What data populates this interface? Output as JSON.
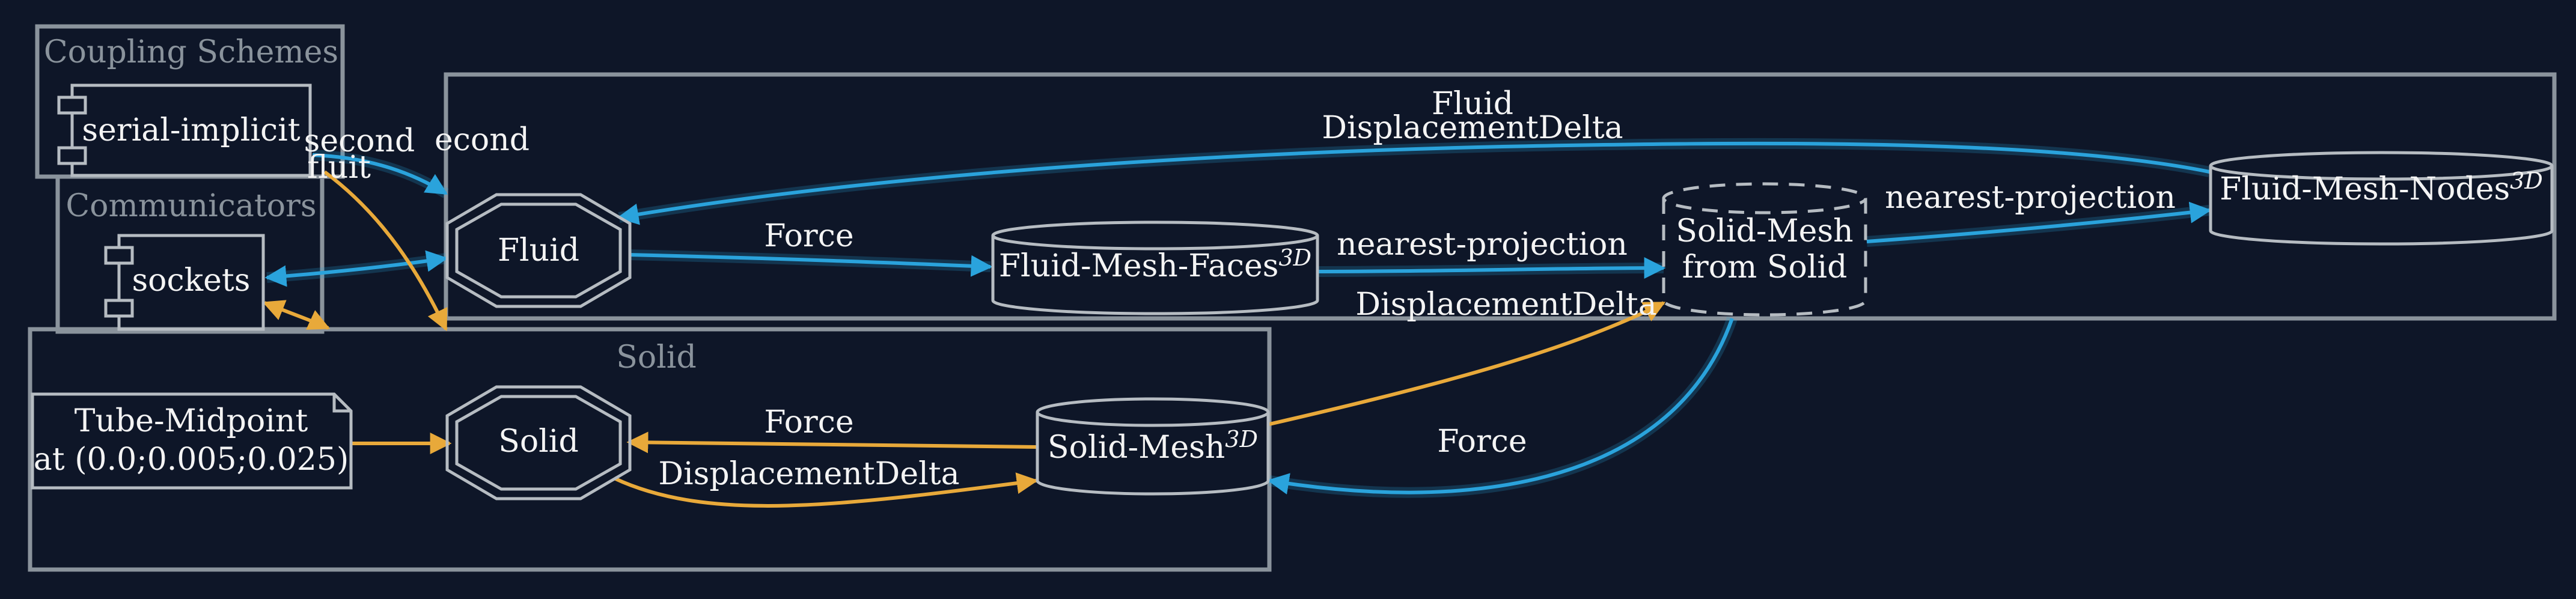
{
  "colors": {
    "background": "#0e1628",
    "cluster": "#8a939c",
    "node": "#b6bcc2",
    "text": "#f4f4f4",
    "fluid_edge": "#2aa3dc",
    "solid_edge": "#e8a93a"
  },
  "clusters": {
    "coupling": "Coupling Schemes",
    "communicators": "Communicators",
    "fluid": "Fluid",
    "solid": "Solid"
  },
  "nodes": {
    "serial_implicit": "serial-implicit",
    "sockets": "sockets",
    "fluid_participant": "Fluid",
    "solid_participant": "Solid",
    "fluid_mesh_faces": "Fluid-Mesh-Faces",
    "fluid_mesh_faces_sup": "3D",
    "solid_mesh_from_solid_1": "Solid-Mesh",
    "solid_mesh_from_solid_2": "from Solid",
    "fluid_mesh_nodes": "Fluid-Mesh-Nodes",
    "fluid_mesh_nodes_sup": "3D",
    "solid_mesh": "Solid-Mesh",
    "solid_mesh_sup": "3D",
    "tube_midpoint_1": "Tube-Midpoint",
    "tube_midpoint_2": "at (0.0;0.005;0.025)"
  },
  "edges": {
    "second": "second",
    "econd": "econd",
    "fluit": "fluit",
    "fluid_force": "Force",
    "fluid_nearest_projection": "nearest-projection",
    "fluid_nodes_nearest_projection": "nearest-projection",
    "fluid_title": "Fluid",
    "displacement_delta_top": "DisplacementDelta",
    "displacement_delta_mid": "DisplacementDelta",
    "solid_force": "Force",
    "solid_displacement_delta": "DisplacementDelta",
    "force_back": "Force"
  }
}
